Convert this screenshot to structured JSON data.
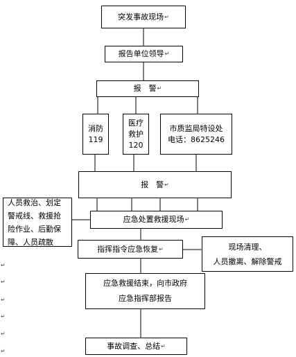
{
  "paragraph_mark": "↵",
  "nodes": {
    "incident_scene": "突发事故现场",
    "report_leader": "报告单位领导",
    "report_alarm": "报　警",
    "fire": "消防\n119",
    "medical": "医疗\n救护\n120",
    "quality_bureau": "市质监局特设处\n电话：8625246",
    "alert": "报　警",
    "emergency_scene": "应急处置救援现场",
    "left_tasks": "人员救治、划定\n警戒线、救援抢\n险作业、后勤保\n障、人员疏散",
    "command_restore": "指挥指令应急恢复",
    "right_tasks": "现场清理、\n人员撤离、解除警戒",
    "rescue_end": "应急救援结束，向市政府\n应急指挥部报告",
    "investigation": "事故调查、总结"
  }
}
